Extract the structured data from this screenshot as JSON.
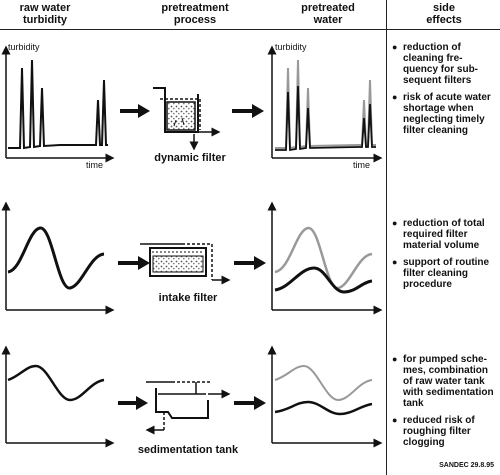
{
  "headers": {
    "col1": [
      "raw water",
      "turbidity"
    ],
    "col2": [
      "pretreatment",
      "process"
    ],
    "col3": [
      "pretreated",
      "water"
    ],
    "col4": [
      "side",
      "effects"
    ]
  },
  "axis": {
    "y_label": "turbidity",
    "x_label": "time"
  },
  "rows": [
    {
      "process": "dynamic filter",
      "effects": [
        "reduction of cleaning fre-quency for sub-sequent filters",
        "risk of acute water shortage when neglecting timely filter cleaning"
      ]
    },
    {
      "process": "intake filter",
      "effects": [
        "reduction of total required filter material volume",
        "support of routine filter cleaning procedure"
      ]
    },
    {
      "process": "sedimentation tank",
      "effects": [
        "for pumped sche-mes, combination of raw water tank with sedimentation tank",
        "reduced risk of roughing filter clogging"
      ]
    }
  ],
  "credit": "SANDEC 29.8.95"
}
